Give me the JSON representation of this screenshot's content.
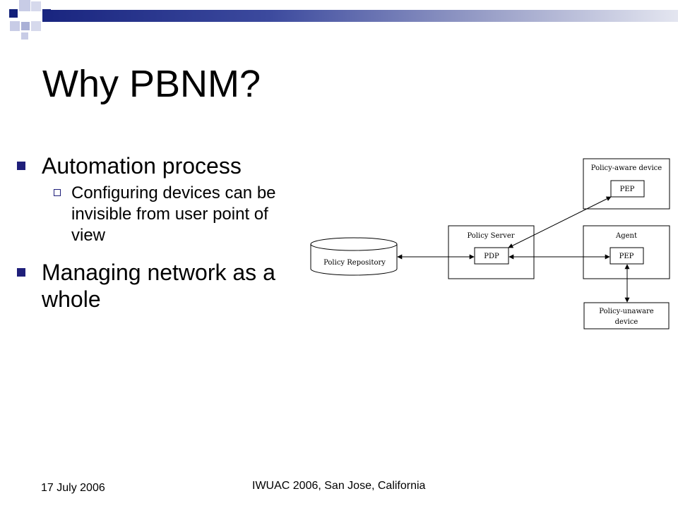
{
  "slide": {
    "title": "Why PBNM?",
    "bullets": [
      {
        "text": "Automation process",
        "sub": [
          "Configuring devices can be invisible from user point of view"
        ]
      },
      {
        "text": "Managing network as a whole",
        "sub": []
      }
    ]
  },
  "diagram": {
    "policy_aware_device": "Policy-aware device",
    "pep_top": "PEP",
    "policy_server": "Policy Server",
    "pdp": "PDP",
    "agent": "Agent",
    "pep_agent": "PEP",
    "policy_repository": "Policy Repository",
    "policy_unaware_device_line1": "Policy-unaware",
    "policy_unaware_device_line2": "device"
  },
  "footer": {
    "date": "17 July 2006",
    "event": "IWUAC 2006, San Jose, California"
  },
  "colors": {
    "accent": "#1f1f7a",
    "band_start": "#1a2680",
    "band_end": "#e4e6f0"
  }
}
